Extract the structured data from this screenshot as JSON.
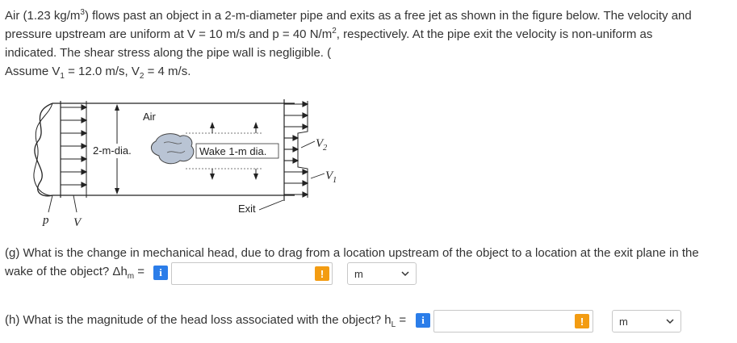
{
  "problem": {
    "line1_a": "Air (1.23 kg/m",
    "line1_sup": "3",
    "line1_b": ") flows past an object in a 2-m-diameter pipe and exits as a free jet as shown in the figure below. The velocity and",
    "line2_a": "pressure upstream are uniform at V = 10 m/s and p = 40 N/m",
    "line2_sup": "2",
    "line2_b": ", respectively. At the pipe exit the velocity is non-uniform as",
    "line3": "indicated. The shear stress along the pipe wall is negligible. (",
    "line4_a": "Assume V",
    "line4_sub1": "1",
    "line4_b": " = 12.0 m/s, V",
    "line4_sub2": "2",
    "line4_c": " = 4 m/s."
  },
  "figure": {
    "air_label": "Air",
    "diameter_label": "2-m-dia.",
    "wake_label": "Wake 1-m dia.",
    "exit_label": "Exit",
    "p_label": "p",
    "v_label": "V",
    "v2_label": "V",
    "v2_sub": "2",
    "v1_label": "V",
    "v1_sub": "1"
  },
  "question_g": {
    "text_line1": "(g) What is the change in mechanical head, due to drag from a location upstream of the object to a location at the exit plane in the",
    "text_line2_a": "wake of the object? Δh",
    "text_line2_sub": "m",
    "text_line2_b": " =",
    "info_icon": "i",
    "value": "",
    "warn_icon": "!",
    "unit": "m"
  },
  "question_h": {
    "text_a": "(h) What is the magnitude of the head loss associated with the object? h",
    "text_sub": "L",
    "text_b": " =",
    "info_icon": "i",
    "value": "",
    "warn_icon": "!",
    "unit": "m"
  },
  "colors": {
    "info_blue": "#2b7de9",
    "warn_orange": "#f39c12",
    "text": "#333333"
  }
}
